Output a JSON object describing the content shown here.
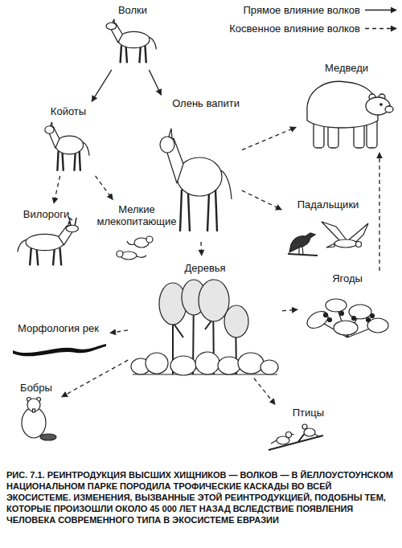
{
  "diagram": {
    "caption": "РИС. 7.1. РЕИНТРОДУКЦИЯ ВЫСШИХ ХИЩНИКОВ — ВОЛКОВ — В ЙЕЛЛОУСТОУНСКОМ НАЦИОНАЛЬНОМ ПАРКЕ ПОРОДИЛА ТРОФИЧЕСКИЕ КАСКАДЫ ВО ВСЕЙ ЭКОСИСТЕМЕ. ИЗМЕНЕНИЯ, ВЫЗВАННЫЕ ЭТОЙ РЕИНТРОДУКЦИЕЙ, ПОДОБНЫ ТЕМ, КОТОРЫЕ ПРОИЗОШЛИ ОКОЛО 45 000 ЛЕТ НАЗАД ВСЛЕДСТВИЕ ПОЯВЛЕНИЯ ЧЕЛОВЕКА СОВРЕМЕННОГО ТИПА В ЭКОСИСТЕМЕ ЕВРАЗИИ",
    "nodes": [
      {
        "text": [
          "Волки"
        ]
      },
      {
        "text": [
          "Койоты"
        ]
      },
      {
        "text": [
          "Олень вапити"
        ]
      },
      {
        "text": [
          "Медведи"
        ]
      },
      {
        "text": [
          "Вилороги"
        ]
      },
      {
        "text": [
          "Мелкие млекопитающие"
        ]
      },
      {
        "text": [
          "Падальщики"
        ]
      },
      {
        "text": [
          "Деревья"
        ]
      },
      {
        "text": [
          "Ягоды"
        ]
      },
      {
        "text": [
          "Морфология рек"
        ]
      },
      {
        "text": [
          "Бобры"
        ]
      },
      {
        "text": [
          "Птицы"
        ]
      }
    ],
    "edges": [
      {
        "from": 0,
        "to": 1,
        "arrow": "to"
      },
      {
        "from": 0,
        "to": 2,
        "arrow": "to"
      },
      {
        "from": 1,
        "to": 4,
        "arrow": "to"
      },
      {
        "from": 1,
        "to": 5,
        "arrow": "to"
      },
      {
        "from": 2,
        "to": 3,
        "arrow": "to"
      },
      {
        "from": 2,
        "to": 6,
        "arrow": "to"
      },
      {
        "from": 2,
        "to": 7,
        "arrow": "to"
      },
      {
        "from": 7,
        "to": 9,
        "arrow": "to"
      },
      {
        "from": 7,
        "to": 8,
        "arrow": "to"
      },
      {
        "from": 7,
        "to": 10,
        "arrow": "to"
      },
      {
        "from": 7,
        "to": 11,
        "arrow": "to"
      },
      {
        "from": 8,
        "to": 3,
        "arrow": "to"
      }
    ],
    "legend": [
      {
        "text": "Прямое влияние волков"
      },
      {
        "text": "Косвенное влияние волков"
      }
    ]
  }
}
